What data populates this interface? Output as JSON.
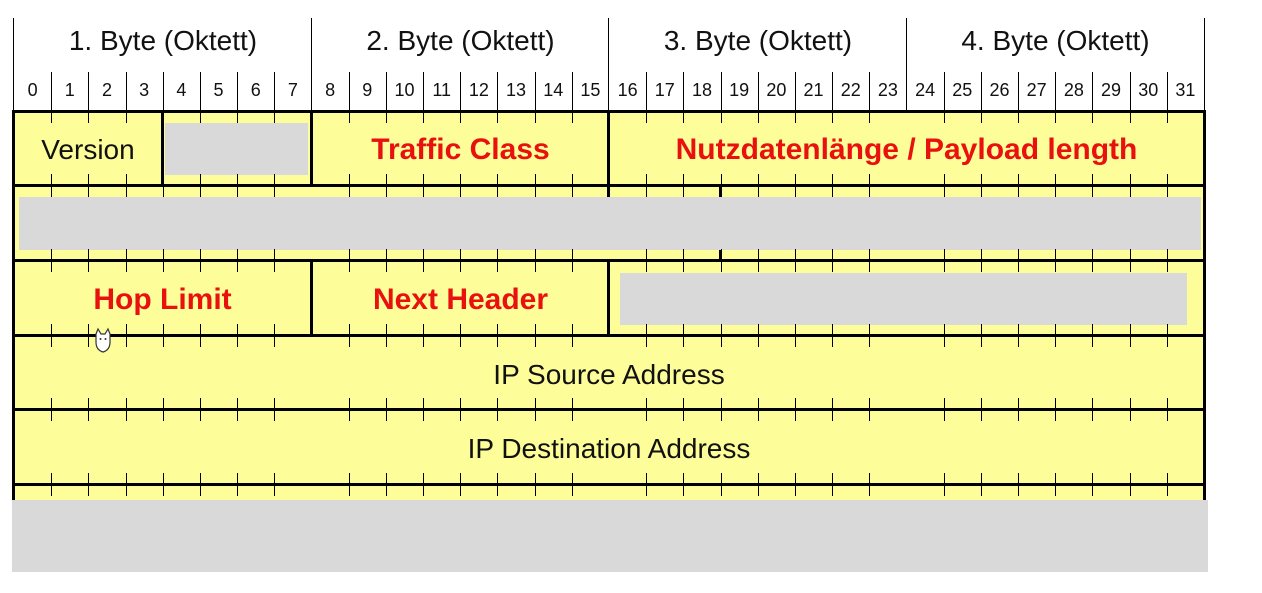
{
  "bytes": [
    "1. Byte (Oktett)",
    "2. Byte (Oktett)",
    "3. Byte (Oktett)",
    "4. Byte (Oktett)"
  ],
  "bits": [
    "0",
    "1",
    "2",
    "3",
    "4",
    "5",
    "6",
    "7",
    "8",
    "9",
    "10",
    "11",
    "12",
    "13",
    "14",
    "15",
    "16",
    "17",
    "18",
    "19",
    "20",
    "21",
    "22",
    "23",
    "24",
    "25",
    "26",
    "27",
    "28",
    "29",
    "30",
    "31"
  ],
  "fields": {
    "version": "Version",
    "traffic_class": "Traffic Class",
    "payload_length": "Nutzdatenlänge / Payload length",
    "hop_limit": "Hop Limit",
    "next_header": "Next Header",
    "source_address": "IP Source Address",
    "destination_address": "IP Destination Address"
  },
  "colors": {
    "field_fill": "#fdfd99",
    "emphasis_text": "#e8110f",
    "redacted": "#d9d9d9"
  }
}
